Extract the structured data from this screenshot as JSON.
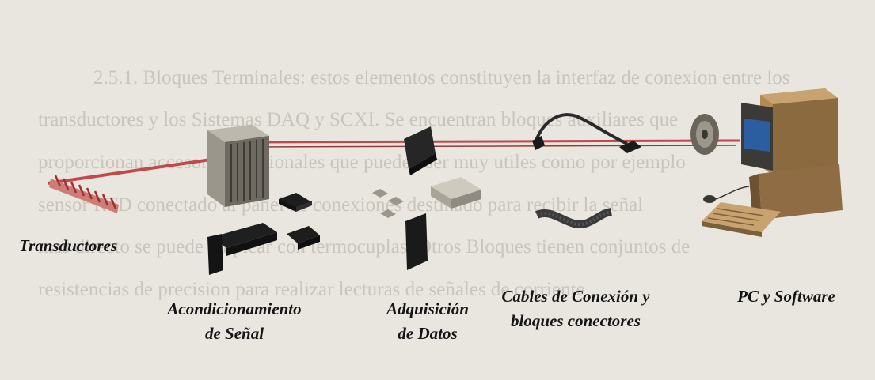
{
  "background_text": {
    "line1": "2.5.1. Bloques Terminales: estos elementos constituyen la interfaz de conexion entre los",
    "line2": "transductores y los Sistemas DAQ y SCXI. Se encuentran bloques auxiliares que",
    "line3": "proporcionan accesorios adicionales que pueden ser muy utiles como por ejemplo",
    "line4": "sensor RTD conectado al panel de conexiones destinado para recibir la señal",
    "line5": "mas directo se puede emplear con termocuplas. Otros Bloques tienen conjuntos de",
    "line6": "resistencias de precision para realizar lecturas de señales de corriente"
  },
  "stages": {
    "transducers": {
      "line1": "Transductores"
    },
    "signal_conditioning": {
      "line1": "Acondicionamiento",
      "line2": "de Señal"
    },
    "data_acquisition": {
      "line1": "Adquisición",
      "line2": "de Datos"
    },
    "cables": {
      "line1": "Cables de Conexión y",
      "line2": "bloques conectores"
    },
    "pc": {
      "line1": "PC y Software"
    }
  },
  "colors": {
    "cable_red": "#c2484a",
    "background": "#e9e6df",
    "label_text": "#151515"
  }
}
